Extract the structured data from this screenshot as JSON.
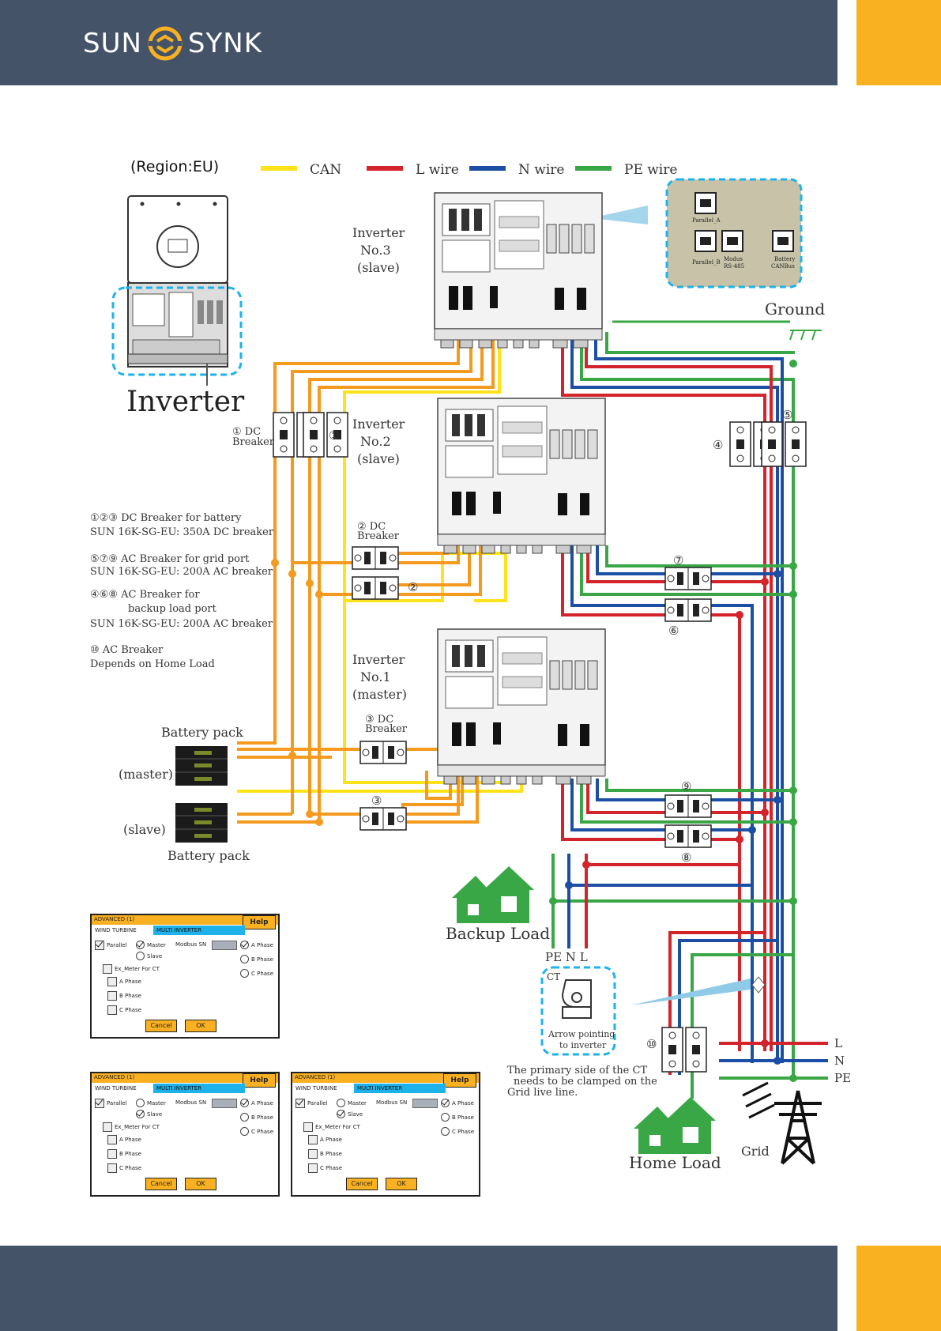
{
  "brand": {
    "left": "SUN",
    "right": "SYNK",
    "color": "#f9b122",
    "header_color": "#445367"
  },
  "region": "(Region:EU)",
  "legend": [
    {
      "label": "CAN",
      "color": "#ffe21a"
    },
    {
      "label": "L wire",
      "color": "#d3242c"
    },
    {
      "label": "N wire",
      "color": "#1c4fa3"
    },
    {
      "label": "PE wire",
      "color": "#3aa746"
    }
  ],
  "inverter_caption": "Inverter",
  "inverters": [
    {
      "line1": "Inverter",
      "line2": "No.3",
      "line3": "(slave)"
    },
    {
      "line1": "Inverter",
      "line2": "No.2",
      "line3": "(slave)"
    },
    {
      "line1": "Inverter",
      "line2": "No.1",
      "line3": "(master)"
    }
  ],
  "ports": {
    "parallel_a": "Parallel_A",
    "parallel_b": "Parallel_B",
    "modbus_1": "Modus",
    "modbus_2": "RS-485",
    "battery_1": "Battery",
    "battery_2": "CANBus"
  },
  "ground": "Ground",
  "breaker_labels": {
    "b1a": "① DC",
    "b1b": "Breaker",
    "b1c": "①",
    "b2a": "② DC",
    "b2b": "Breaker",
    "b2c": "②",
    "b3a": "③ DC",
    "b3b": "Breaker",
    "b3c": "③",
    "b4": "④",
    "b5": "⑤",
    "b6": "⑥",
    "b7": "⑦",
    "b8": "⑧",
    "b9": "⑨",
    "b10": "⑩"
  },
  "notes": [
    "①②③ DC Breaker for battery",
    "SUN 16K-SG-EU: 350A DC breaker",
    "⑤⑦⑨ AC Breaker for grid port",
    "SUN 16K-SG-EU: 200A AC breaker",
    "④⑥⑧ AC Breaker for",
    "backup load port",
    "SUN 16K-SG-EU: 200A AC breaker",
    "⑩ AC Breaker",
    "Depends on Home Load"
  ],
  "battery": {
    "top": "Battery pack",
    "master": "(master)",
    "slave": "(slave)",
    "bottom": "Battery pack"
  },
  "loads": {
    "backup": "Backup Load",
    "home": "Home Load",
    "grid": "Grid"
  },
  "pe_n_l": "PE N  L",
  "ct": {
    "label": "CT",
    "arrow1": "Arrow pointing",
    "arrow2": "to inverter",
    "note1": "The primary side of the CT",
    "note2": "needs to be clamped on the",
    "note3": "Grid live line."
  },
  "grid_lines": {
    "l": "L",
    "n": "N",
    "pe": "PE"
  },
  "panels": [
    {
      "title": "ADVANCED (1)",
      "help": "Help",
      "tab1": "WIND TURBINE",
      "tab2": "MULTI INVERTER",
      "parallel": "Parallel",
      "master": "Master",
      "slave": "Slave",
      "modbus": "Modbus SN",
      "a_phase": "A Phase",
      "b_phase": "B Phase",
      "c_phase": "C Phase",
      "ex_meter": "Ex_Meter For CT",
      "ea": "A Phase",
      "eb": "B Phase",
      "ec": "C Phase",
      "cancel": "Cancel",
      "ok": "OK"
    },
    {
      "title": "ADVANCED (1)",
      "help": "Help",
      "tab1": "WIND TURBINE",
      "tab2": "MULTI INVERTER",
      "parallel": "Parallel",
      "master": "Master",
      "slave": "Slave",
      "modbus": "Modbus SN",
      "a_phase": "A Phase",
      "b_phase": "B Phase",
      "c_phase": "C Phase",
      "ex_meter": "Ex_Meter For CT",
      "ea": "A Phase",
      "eb": "B Phase",
      "ec": "C Phase",
      "cancel": "Cancel",
      "ok": "OK"
    },
    {
      "title": "ADVANCED (1)",
      "help": "Help",
      "tab1": "WIND TURBINE",
      "tab2": "MULTI INVERTER",
      "parallel": "Parallel",
      "master": "Master",
      "slave": "Slave",
      "modbus": "Modbus SN",
      "a_phase": "A Phase",
      "b_phase": "B Phase",
      "c_phase": "C Phase",
      "ex_meter": "Ex_Meter For CT",
      "ea": "A Phase",
      "eb": "B Phase",
      "ec": "C Phase",
      "cancel": "Cancel",
      "ok": "OK"
    }
  ]
}
